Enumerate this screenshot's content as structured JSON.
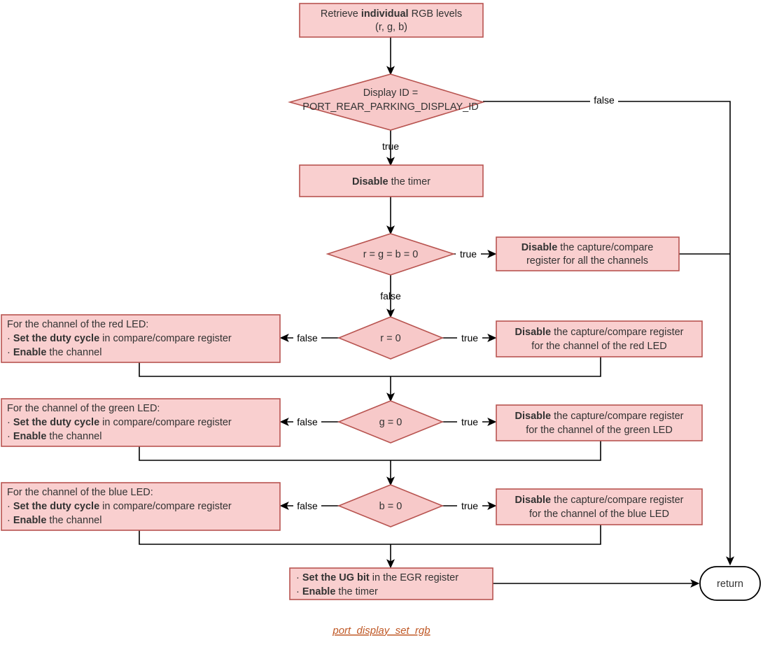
{
  "diagram": {
    "title_caption": "port_display_set_rgb",
    "colors": {
      "node_fill": "#f9cfcf",
      "node_stroke": "#b85450",
      "edge_stroke": "#000000",
      "text": "#333333",
      "caption": "#c05a28",
      "background": "#ffffff"
    },
    "nodes": {
      "retrieve_levels": {
        "type": "process",
        "lines": [
          {
            "segments": [
              {
                "text": "Retrieve ",
                "bold": false
              },
              {
                "text": "individual",
                "bold": true
              },
              {
                "text": " RGB levels",
                "bold": false
              }
            ]
          },
          {
            "segments": [
              {
                "text": "(r, g, b)",
                "bold": false
              }
            ]
          }
        ]
      },
      "display_id_check": {
        "type": "decision",
        "lines": [
          {
            "segments": [
              {
                "text": "Display ID =",
                "bold": false
              }
            ]
          },
          {
            "segments": [
              {
                "text": "PORT_REAR_PARKING_DISPLAY_ID",
                "bold": false
              }
            ]
          }
        ]
      },
      "disable_timer": {
        "type": "process",
        "lines": [
          {
            "segments": [
              {
                "text": "Disable",
                "bold": true
              },
              {
                "text": " the timer",
                "bold": false
              }
            ]
          }
        ]
      },
      "rgb_all_zero": {
        "type": "decision",
        "lines": [
          {
            "segments": [
              {
                "text": "r = g = b = 0",
                "bold": false
              }
            ]
          }
        ]
      },
      "disable_all_channels": {
        "type": "process",
        "lines": [
          {
            "segments": [
              {
                "text": "Disable",
                "bold": true
              },
              {
                "text": " the capture/compare",
                "bold": false
              }
            ]
          },
          {
            "segments": [
              {
                "text": "register for all the channels",
                "bold": false
              }
            ]
          }
        ]
      },
      "r_zero": {
        "type": "decision",
        "lines": [
          {
            "segments": [
              {
                "text": "r = 0",
                "bold": false
              }
            ]
          }
        ]
      },
      "g_zero": {
        "type": "decision",
        "lines": [
          {
            "segments": [
              {
                "text": "g = 0",
                "bold": false
              }
            ]
          }
        ]
      },
      "b_zero": {
        "type": "decision",
        "lines": [
          {
            "segments": [
              {
                "text": "b = 0",
                "bold": false
              }
            ]
          }
        ]
      },
      "red_set_duty": {
        "type": "process",
        "align": "left",
        "lines": [
          {
            "segments": [
              {
                "text": "For the channel of the red LED:",
                "bold": false
              }
            ]
          },
          {
            "segments": [
              {
                "text": "· ",
                "bold": false
              },
              {
                "text": "Set the duty cycle",
                "bold": true
              },
              {
                "text": " in compare/compare register",
                "bold": false
              }
            ]
          },
          {
            "segments": [
              {
                "text": "· ",
                "bold": false
              },
              {
                "text": "Enable",
                "bold": true
              },
              {
                "text": " the channel",
                "bold": false
              }
            ]
          }
        ]
      },
      "green_set_duty": {
        "type": "process",
        "align": "left",
        "lines": [
          {
            "segments": [
              {
                "text": "For the channel of the green LED:",
                "bold": false
              }
            ]
          },
          {
            "segments": [
              {
                "text": "· ",
                "bold": false
              },
              {
                "text": "Set the duty cycle",
                "bold": true
              },
              {
                "text": " in compare/compare register",
                "bold": false
              }
            ]
          },
          {
            "segments": [
              {
                "text": "· ",
                "bold": false
              },
              {
                "text": "Enable",
                "bold": true
              },
              {
                "text": " the channel",
                "bold": false
              }
            ]
          }
        ]
      },
      "blue_set_duty": {
        "type": "process",
        "align": "left",
        "lines": [
          {
            "segments": [
              {
                "text": "For the channel of the blue LED:",
                "bold": false
              }
            ]
          },
          {
            "segments": [
              {
                "text": "· ",
                "bold": false
              },
              {
                "text": "Set the duty cycle",
                "bold": true
              },
              {
                "text": " in compare/compare register",
                "bold": false
              }
            ]
          },
          {
            "segments": [
              {
                "text": "· ",
                "bold": false
              },
              {
                "text": "Enable",
                "bold": true
              },
              {
                "text": " the channel",
                "bold": false
              }
            ]
          }
        ]
      },
      "red_disable_cc": {
        "type": "process",
        "lines": [
          {
            "segments": [
              {
                "text": "Disable",
                "bold": true
              },
              {
                "text": " the capture/compare register",
                "bold": false
              }
            ]
          },
          {
            "segments": [
              {
                "text": "for the channel of the red LED",
                "bold": false
              }
            ]
          }
        ]
      },
      "green_disable_cc": {
        "type": "process",
        "lines": [
          {
            "segments": [
              {
                "text": "Disable",
                "bold": true
              },
              {
                "text": " the capture/compare register",
                "bold": false
              }
            ]
          },
          {
            "segments": [
              {
                "text": "for the channel of the green LED",
                "bold": false
              }
            ]
          }
        ]
      },
      "blue_disable_cc": {
        "type": "process",
        "lines": [
          {
            "segments": [
              {
                "text": "Disable",
                "bold": true
              },
              {
                "text": " the capture/compare register",
                "bold": false
              }
            ]
          },
          {
            "segments": [
              {
                "text": "for the channel of the blue LED",
                "bold": false
              }
            ]
          }
        ]
      },
      "set_ug_enable_timer": {
        "type": "process",
        "align": "left",
        "lines": [
          {
            "segments": [
              {
                "text": "· ",
                "bold": false
              },
              {
                "text": "Set the UG bit",
                "bold": true
              },
              {
                "text": " in the EGR register",
                "bold": false
              }
            ]
          },
          {
            "segments": [
              {
                "text": "· ",
                "bold": false
              },
              {
                "text": "Enable",
                "bold": true
              },
              {
                "text": " the timer",
                "bold": false
              }
            ]
          }
        ]
      },
      "return_node": {
        "type": "terminal",
        "lines": [
          {
            "segments": [
              {
                "text": "return",
                "bold": false
              }
            ]
          }
        ]
      }
    },
    "edge_labels": {
      "display_id_true": "true",
      "display_id_false": "false",
      "rgb_all_zero_true": "true",
      "rgb_all_zero_false": "false",
      "r_zero_true": "true",
      "r_zero_false": "false",
      "g_zero_true": "true",
      "g_zero_false": "false",
      "b_zero_true": "true",
      "b_zero_false": "false"
    }
  }
}
